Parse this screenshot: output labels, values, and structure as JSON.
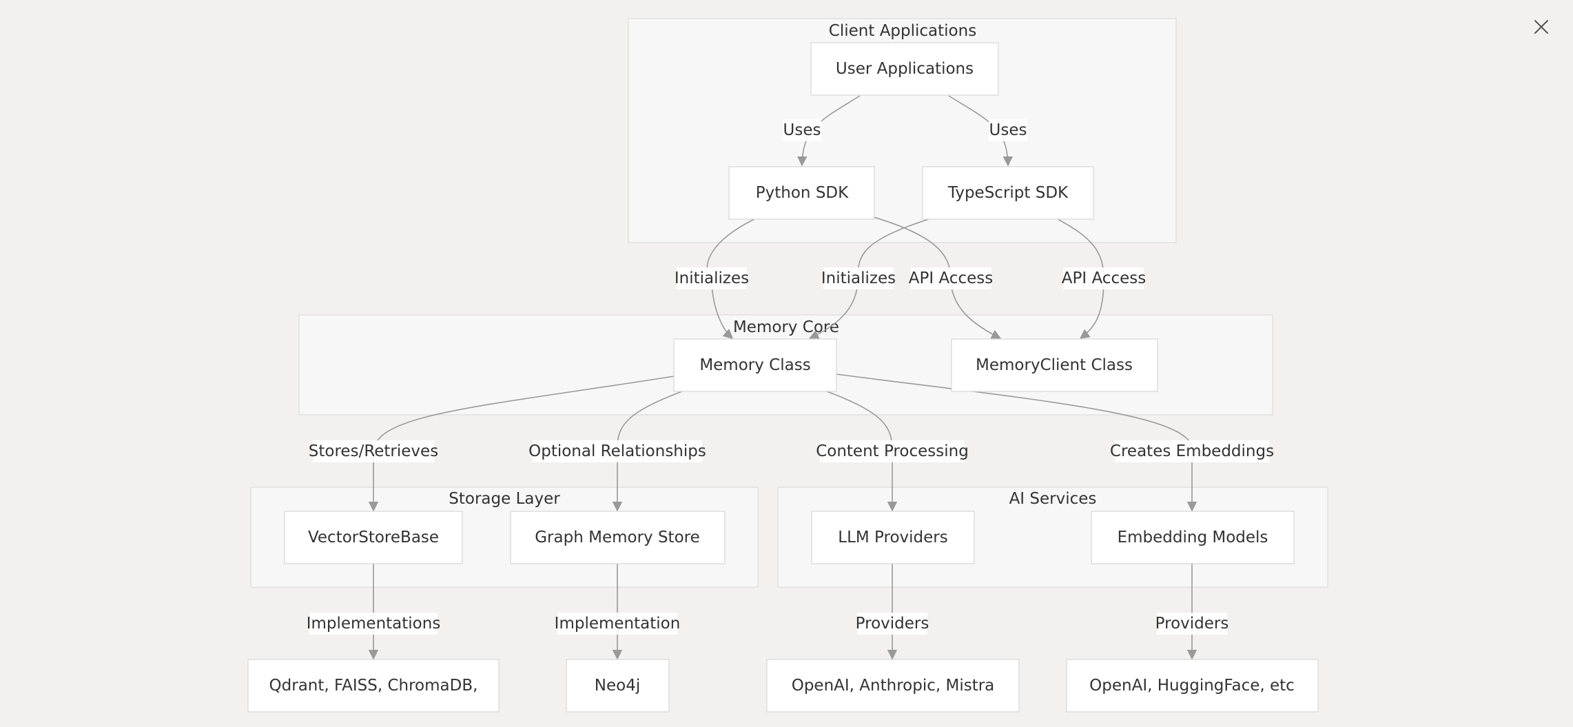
{
  "toolbar": {
    "close_icon": "close-icon"
  },
  "clusters": {
    "client": "Client Applications",
    "memory_core": "Memory Core",
    "storage": "Storage Layer",
    "ai": "AI Services"
  },
  "nodes": {
    "user_apps": "User Applications",
    "python_sdk": "Python SDK",
    "ts_sdk": "TypeScript SDK",
    "memory_class": "Memory Class",
    "memory_client": "MemoryClient Class",
    "vector_store": "VectorStoreBase",
    "graph_store": "Graph Memory Store",
    "llm_providers": "LLM Providers",
    "embedding_models": "Embedding Models",
    "vector_impls": "Qdrant, FAISS, ChromaDB,",
    "neo4j": "Neo4j",
    "llm_list": "OpenAI, Anthropic, Mistra",
    "embed_list": "OpenAI, HuggingFace, etc"
  },
  "edges": {
    "uses_python": "Uses",
    "uses_ts": "Uses",
    "py_init": "Initializes",
    "ts_init": "Initializes",
    "py_api": "API Access",
    "ts_api": "API Access",
    "stores": "Stores/Retrieves",
    "relationships": "Optional Relationships",
    "content": "Content Processing",
    "embeddings": "Creates Embeddings",
    "vector_impl": "Implementations",
    "graph_impl": "Implementation",
    "llm_prov": "Providers",
    "embed_prov": "Providers"
  }
}
